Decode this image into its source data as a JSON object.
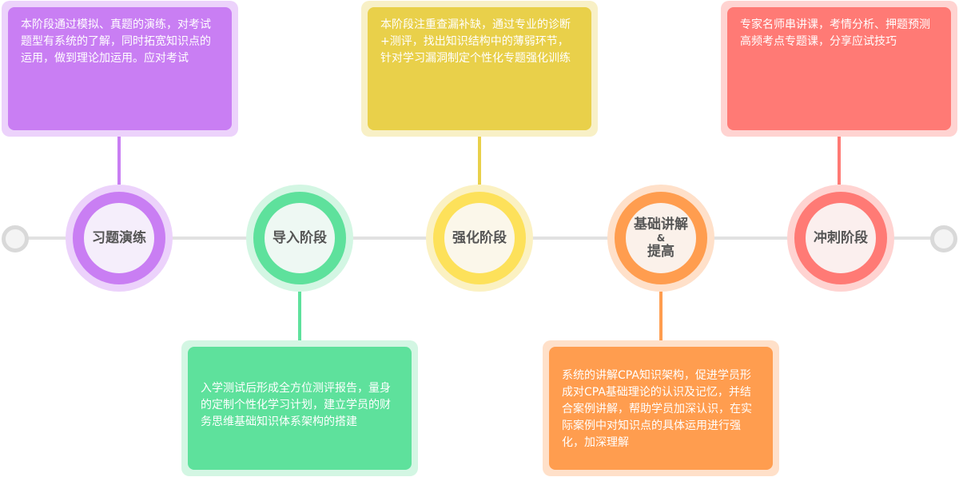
{
  "stages": [
    {
      "label": "习题演练",
      "color": "#c97ef3",
      "desc": "本阶段通过模拟、真题的演练，对考试题型有系统的了解，同时拓宽知识点的运用，做到理论加运用。应对考试"
    },
    {
      "label": "导入阶段",
      "color": "#5ee19c",
      "desc": "入学测试后形成全方位测评报告，量身的定制个性化学习计划，建立学员的财务思维基础知识体系架构的搭建"
    },
    {
      "label": "强化阶段",
      "color": "#e9d04a",
      "desc": "本阶段注重查漏补缺，通过专业的诊断+测评，找出知识结构中的薄弱环节，针对学习漏洞制定个性化专题强化训练"
    },
    {
      "label_line1": "基础讲解",
      "label_amp": "&",
      "label_line2": "提高",
      "color": "#ff9d4f",
      "desc": "系统的讲解CPA知识架构，促进学员形成对CPA基础理论的认识及记忆，并结合案例讲解，帮助学员加深认识，在实际案例中对知识点的具体运用进行强化，加深理解"
    },
    {
      "label": "冲刺阶段",
      "color": "#ff7a75",
      "desc": "专家名师串讲课，考情分析、押题预测高频考点专题课，分享应试技巧"
    }
  ],
  "colors": {
    "purple": "#c97ef3",
    "green": "#5ee19c",
    "yellow": "#e9d04a",
    "orange": "#ff9d4f",
    "red": "#ff7a75",
    "line": "#e1e1e1"
  }
}
